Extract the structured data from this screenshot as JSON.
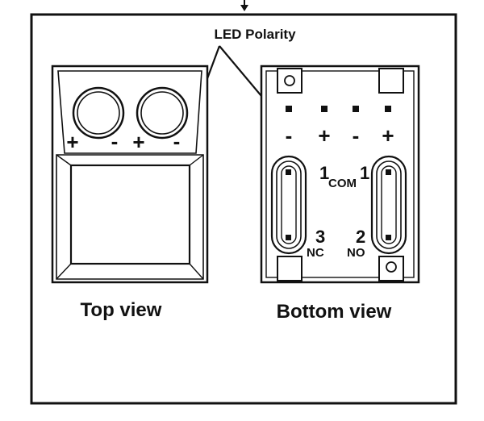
{
  "title": "LED Polarity",
  "top_view": {
    "caption": "Top view",
    "polarity_labels": [
      "+",
      "-",
      "+",
      "-"
    ]
  },
  "bottom_view": {
    "caption": "Bottom view",
    "polarity_labels": [
      "-",
      "+",
      "-",
      "+"
    ],
    "contacts": {
      "left_top_number": "1",
      "com_label": "COM",
      "right_top_number": "1",
      "left_bottom_number": "3",
      "nc_label": "NC",
      "right_bottom_number": "2",
      "no_label": "NO"
    }
  }
}
